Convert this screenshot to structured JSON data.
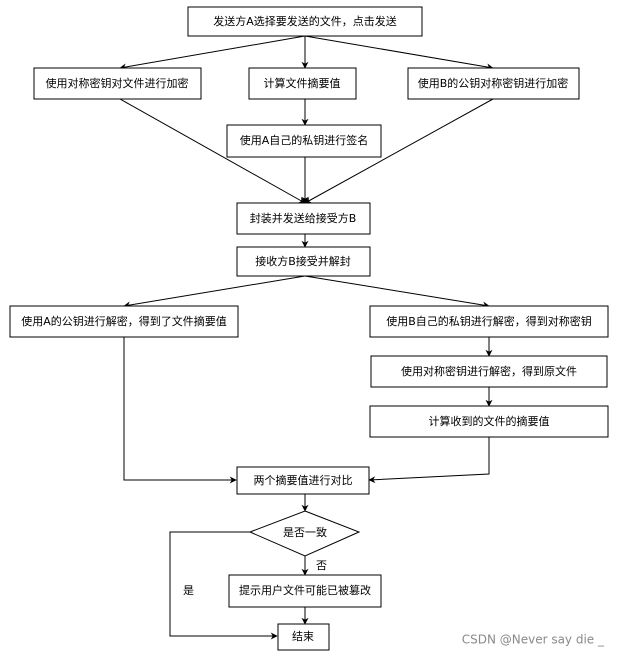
{
  "nodes": {
    "start": "发送方A选择要发送的文件，点击发送",
    "sym_encrypt_file": "使用对称密钥对文件进行加密",
    "compute_digest": "计算文件摘要值",
    "sign_with_a_private": "使用A自己的私钥进行签名",
    "encrypt_key_with_b_public": "使用B的公钥对称密钥进行加密",
    "package_send": "封装并发送给接受方B",
    "receive_unpack": "接收方B接受并解封",
    "decrypt_with_a_public": "使用A的公钥进行解密，得到了文件摘要值",
    "decrypt_with_b_private": "使用B自己的私钥进行解密，得到对称密钥",
    "decrypt_with_sym_key": "使用对称密钥进行解密，得到原文件",
    "compute_received_digest": "计算收到的文件的摘要值",
    "compare_digests": "两个摘要值进行对比",
    "is_consistent": "是否一致",
    "alert_tampered": "提示用户文件可能已被篡改",
    "end": "结束"
  },
  "edge_labels": {
    "yes": "是",
    "no": "否"
  },
  "watermark": "CSDN @Never say die _"
}
